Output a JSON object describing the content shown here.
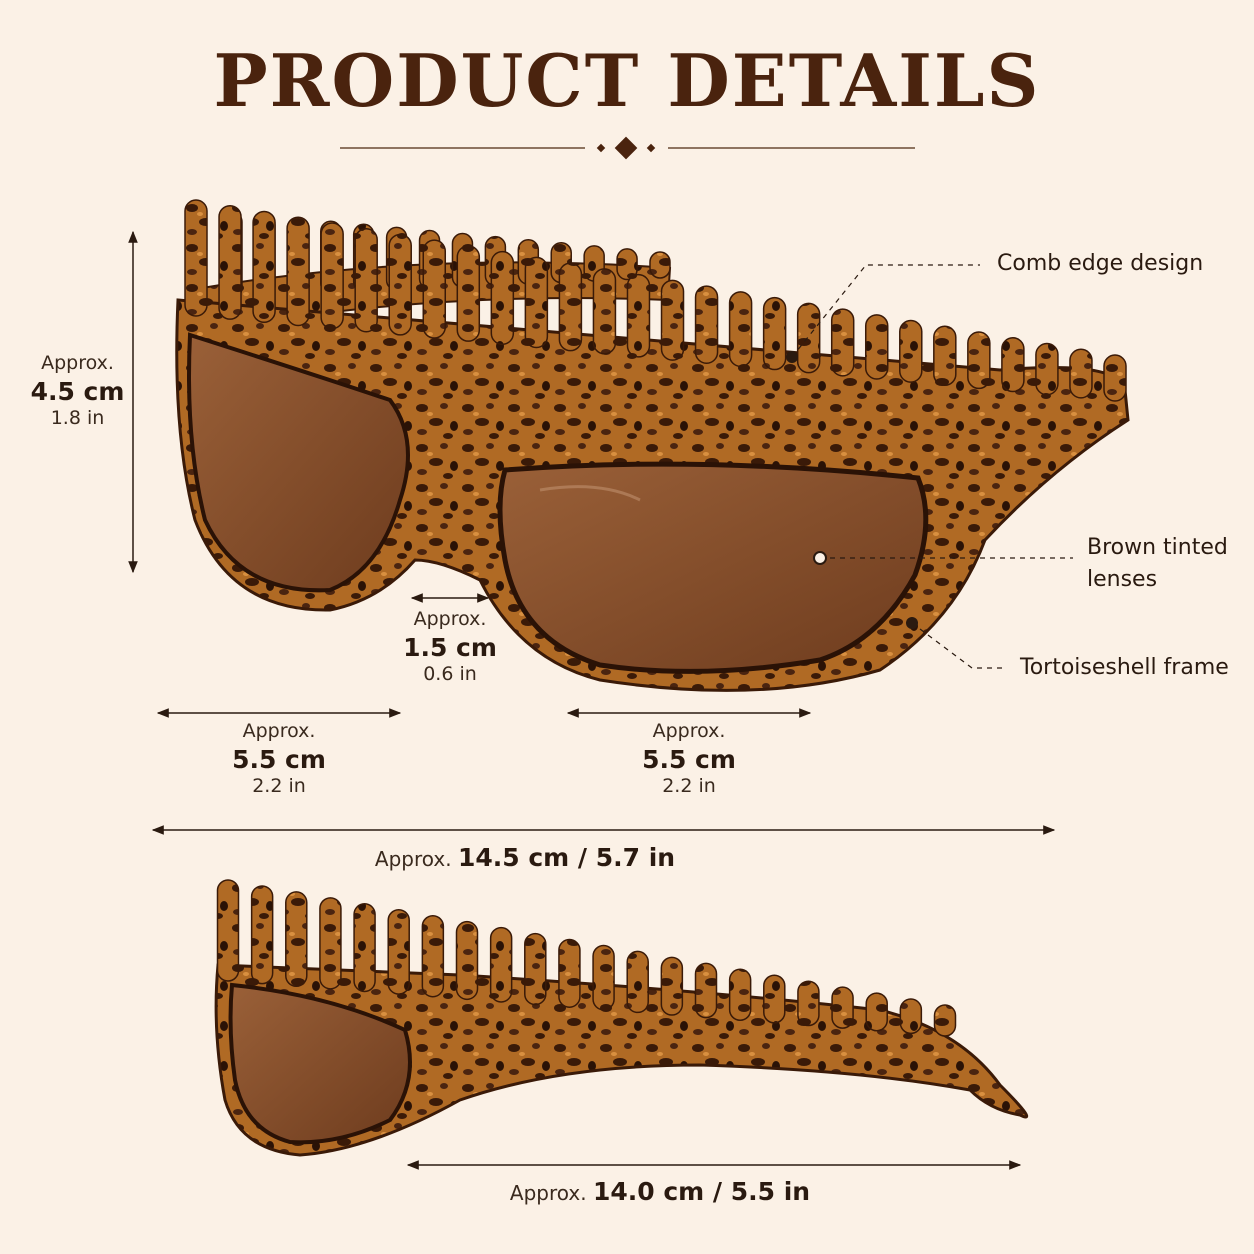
{
  "page": {
    "title": "PRODUCT DETAILS"
  },
  "colors": {
    "background": "#fbf1e6",
    "title": "#4a230e",
    "frame_dark": "#4a2410",
    "frame_amber": "#b06a24",
    "lens": "#8a5230"
  },
  "callouts": {
    "comb_edge": "Comb edge design",
    "lenses_line1": "Brown tinted",
    "lenses_line2": "lenses",
    "frame": "Tortoiseshell frame"
  },
  "dimensions": {
    "height": {
      "prefix": "Approx.",
      "cm": "4.5 cm",
      "inch": "1.8 in"
    },
    "bridge": {
      "prefix": "Approx.",
      "cm": "1.5 cm",
      "inch": "0.6 in"
    },
    "lens_left": {
      "prefix": "Approx.",
      "cm": "5.5 cm",
      "inch": "2.2 in"
    },
    "lens_right": {
      "prefix": "Approx.",
      "cm": "5.5 cm",
      "inch": "2.2 in"
    },
    "total_width": {
      "prefix": "Approx.",
      "value": "14.5 cm / 5.7 in"
    },
    "temple_length": {
      "prefix": "Approx.",
      "value": "14.0 cm / 5.5 in"
    }
  }
}
